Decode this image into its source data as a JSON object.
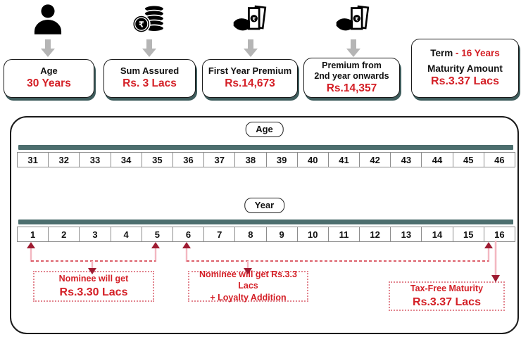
{
  "colors": {
    "accent_red": "#d41f26",
    "arrow_maroon": "#9e1b31",
    "arrow_stem_pink": "#f3b7c1",
    "dashed_line_red": "#d84b58",
    "dotted_border_pink": "#e2858f",
    "teal_bar": "#4c6e6e",
    "card_shadow_teal": "#3e5c5c",
    "gray_arrow": "#b5b5b5"
  },
  "icons": {
    "card1": "person-icon",
    "card2": "rupee-coin-stack-icon",
    "card3": "hand-giving-money-icon",
    "card4": "hand-giving-money-icon",
    "flow": "down-arrow-icon"
  },
  "cards": {
    "age": {
      "label": "Age",
      "value": "30 Years"
    },
    "sum_assured": {
      "label": "Sum Assured",
      "value": "Rs. 3 Lacs"
    },
    "first_year_premium": {
      "label": "First Year Premium",
      "value": "Rs.14,673"
    },
    "premium_onwards": {
      "label_line1": "Premium from",
      "label_line2": "2nd year onwards",
      "value": "Rs.14,357"
    },
    "term": {
      "term_label": "Term",
      "term_value": "- 16 Years",
      "maturity_label": "Maturity Amount",
      "maturity_value": "Rs.3.37 Lacs"
    }
  },
  "timeline": {
    "age_label": "Age",
    "ages": [
      "31",
      "32",
      "33",
      "34",
      "35",
      "36",
      "37",
      "38",
      "39",
      "40",
      "41",
      "42",
      "43",
      "44",
      "45",
      "46"
    ],
    "year_label": "Year",
    "years": [
      "1",
      "2",
      "3",
      "4",
      "5",
      "6",
      "7",
      "8",
      "9",
      "10",
      "11",
      "12",
      "13",
      "14",
      "15",
      "16"
    ],
    "annotations": {
      "nominee_years_1_5": {
        "line1": "Nominee will get",
        "line2": "Rs.3.30 Lacs"
      },
      "nominee_years_6_16": {
        "line1": "Nominee will get Rs.3.3 Lacs",
        "line2": "+ Loyalty Addition"
      },
      "maturity_year_16": {
        "line1": "Tax-Free Maturity",
        "line2": "Rs.3.37 Lacs"
      }
    }
  }
}
